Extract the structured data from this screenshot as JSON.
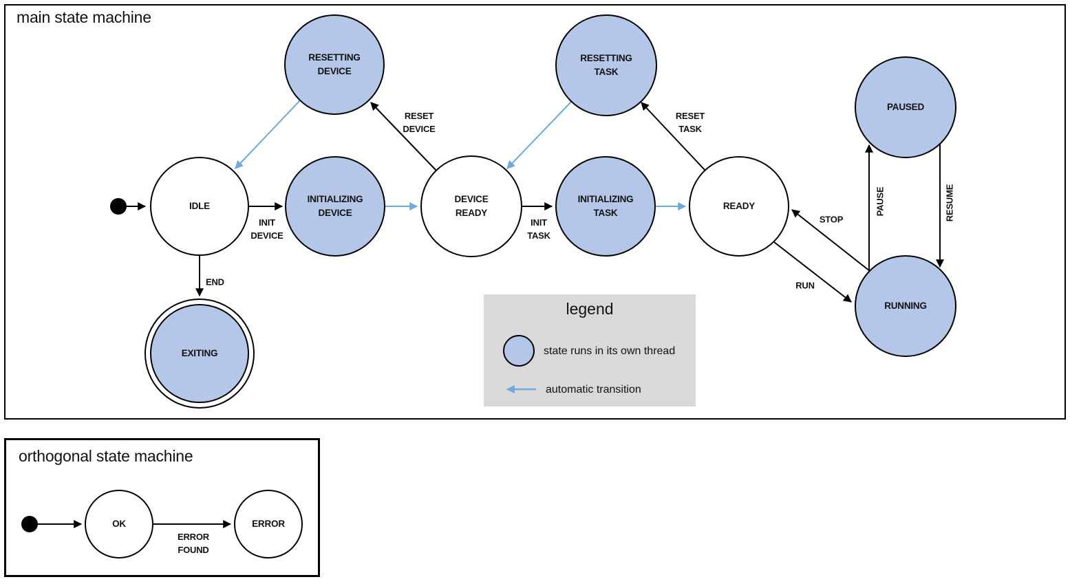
{
  "main_machine": {
    "title": "main state machine",
    "states": {
      "idle": "IDLE",
      "resetting_device": "RESETTING\nDEVICE",
      "initializing_device": "INITIALIZING\nDEVICE",
      "device_ready": "DEVICE\nREADY",
      "resetting_task": "RESETTING\nTASK",
      "initializing_task": "INITIALIZING\nTASK",
      "ready": "READY",
      "paused": "PAUSED",
      "running": "RUNNING",
      "exiting": "EXITING"
    },
    "transitions": {
      "init_device": "INIT\nDEVICE",
      "reset_device": "RESET\nDEVICE",
      "init_task": "INIT\nTASK",
      "reset_task": "RESET\nTASK",
      "run": "RUN",
      "stop": "STOP",
      "pause": "PAUSE",
      "resume": "RESUME",
      "end": "END"
    }
  },
  "orthogonal_machine": {
    "title": "orthogonal state machine",
    "states": {
      "ok": "OK",
      "error": "ERROR"
    },
    "transitions": {
      "error_found": "ERROR\nFOUND"
    }
  },
  "legend": {
    "title": "legend",
    "thread_label": "state runs in its own thread",
    "auto_label": "automatic transition"
  },
  "colors": {
    "thread_state_fill": "#b5c7e8",
    "normal_state_fill": "#ffffff",
    "auto_transition": "#6fa8dc",
    "stroke": "#000000",
    "legend_bg": "#d9d9d9"
  }
}
